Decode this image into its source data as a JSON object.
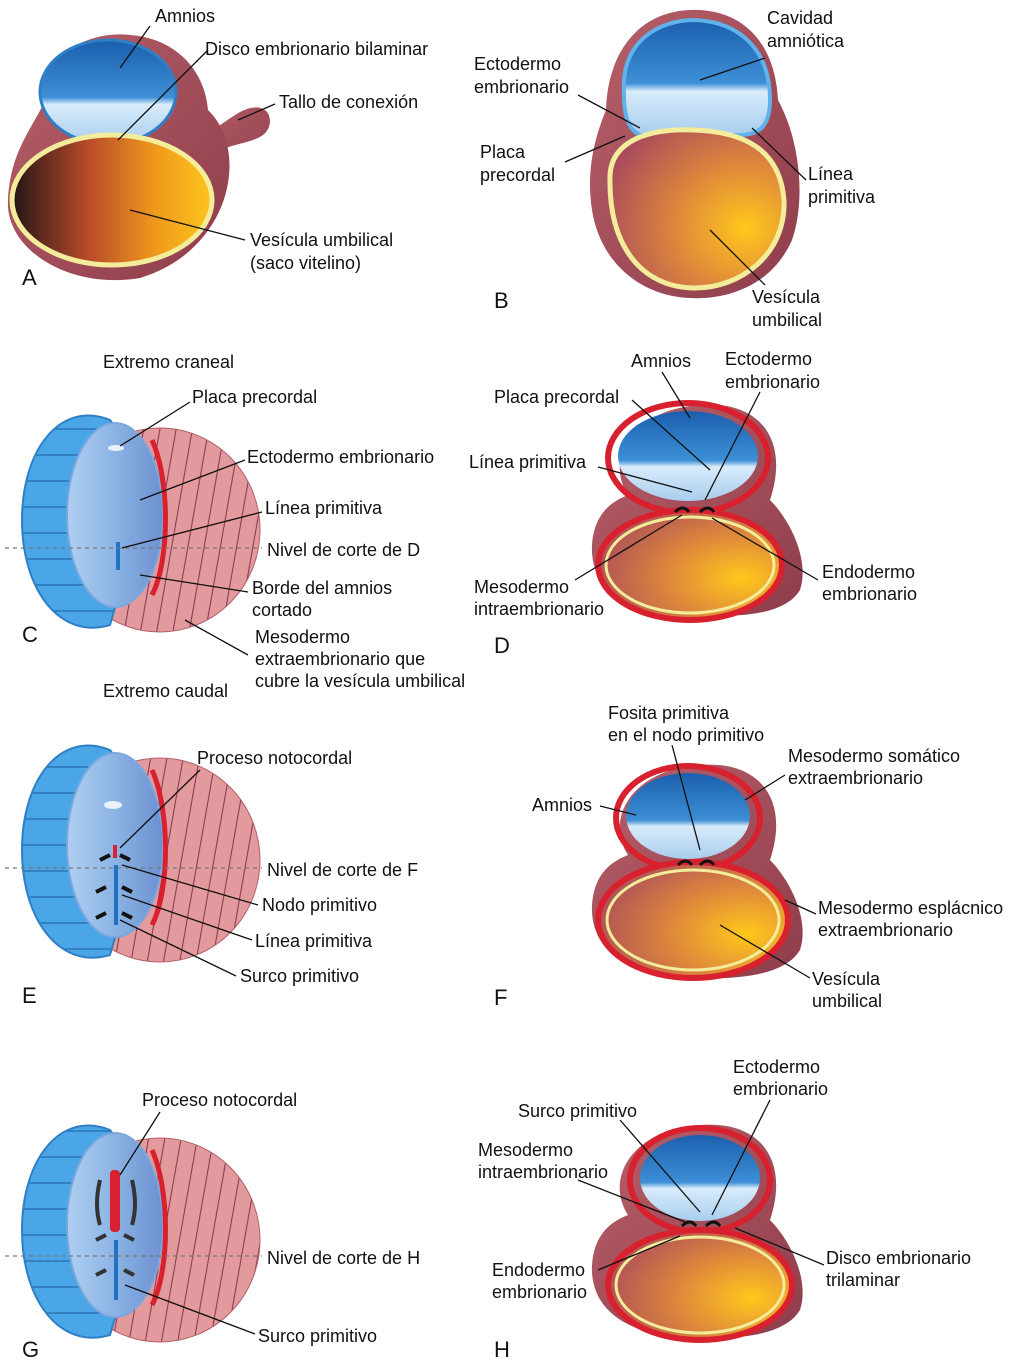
{
  "colors": {
    "outer_membrane": "#a8505c",
    "amnion_blue": "#2f7fc6",
    "amnion_light": "#bcdcf5",
    "yolk_yellow": "#f6c21b",
    "yolk_edge": "#f3ec9a",
    "mesoderm_red": "#d8202e",
    "stripe_pink": "#d98a8e"
  },
  "panels": {
    "A": {
      "letter": "A",
      "amnion": "Amnios",
      "bilaminar_disc": "Disco embrionario bilaminar",
      "connecting_stalk": "Tallo de conexión",
      "umbilical_vesicle_1": "Vesícula umbilical",
      "umbilical_vesicle_2": "(saco vitelino)"
    },
    "B": {
      "letter": "B",
      "amniotic_cavity_1": "Cavidad",
      "amniotic_cavity_2": "amniótica",
      "ectoderm_1": "Ectodermo",
      "ectoderm_2": "embrionario",
      "prechordal_1": "Placa",
      "prechordal_2": "precordal",
      "streak_1": "Línea",
      "streak_2": "primitiva",
      "vesicle_1": "Vesícula",
      "vesicle_2": "umbilical"
    },
    "C": {
      "letter": "C",
      "cranial_end": "Extremo craneal",
      "prechordal_plate": "Placa precordal",
      "ectoderm": "Ectodermo embrionario",
      "streak": "Línea primitiva",
      "cut_level": "Nivel de corte de D",
      "amnion_edge_1": "Borde del amnios",
      "amnion_edge_2": "cortado",
      "extra_meso_1": "Mesodermo",
      "extra_meso_2": "extraembrionario que",
      "extra_meso_3": "cubre la vesícula umbilical",
      "caudal_end": "Extremo caudal"
    },
    "D": {
      "letter": "D",
      "amnion": "Amnios",
      "ectoderm_1": "Ectodermo",
      "ectoderm_2": "embrionario",
      "prechordal_plate": "Placa precordal",
      "streak": "Línea primitiva",
      "endoderm_1": "Endodermo",
      "endoderm_2": "embrionario",
      "intra_meso_1": "Mesodermo",
      "intra_meso_2": "intraembrionario"
    },
    "E": {
      "letter": "E",
      "notochordal_process": "Proceso notocordal",
      "cut_level": "Nivel de corte de F",
      "node": "Nodo primitivo",
      "streak": "Línea primitiva",
      "groove": "Surco primitivo"
    },
    "F": {
      "letter": "F",
      "pit_1": "Fosita primitiva",
      "pit_2": "en el nodo primitivo",
      "somatic_1": "Mesodermo somático",
      "somatic_2": "extraembrionario",
      "amnion": "Amnios",
      "splanchnic_1": "Mesodermo esplácnico",
      "splanchnic_2": "extraembrionario",
      "vesicle_1": "Vesícula",
      "vesicle_2": "umbilical"
    },
    "G": {
      "letter": "G",
      "notochordal_process": "Proceso notocordal",
      "cut_level": "Nivel de corte de H",
      "groove": "Surco primitivo"
    },
    "H": {
      "letter": "H",
      "ectoderm_1": "Ectodermo",
      "ectoderm_2": "embrionario",
      "groove": "Surco primitivo",
      "intra_meso_1": "Mesodermo",
      "intra_meso_2": "intraembrionario",
      "trilaminar_1": "Disco embrionario",
      "trilaminar_2": "trilaminar",
      "endoderm_1": "Endodermo",
      "endoderm_2": "embrionario"
    }
  }
}
